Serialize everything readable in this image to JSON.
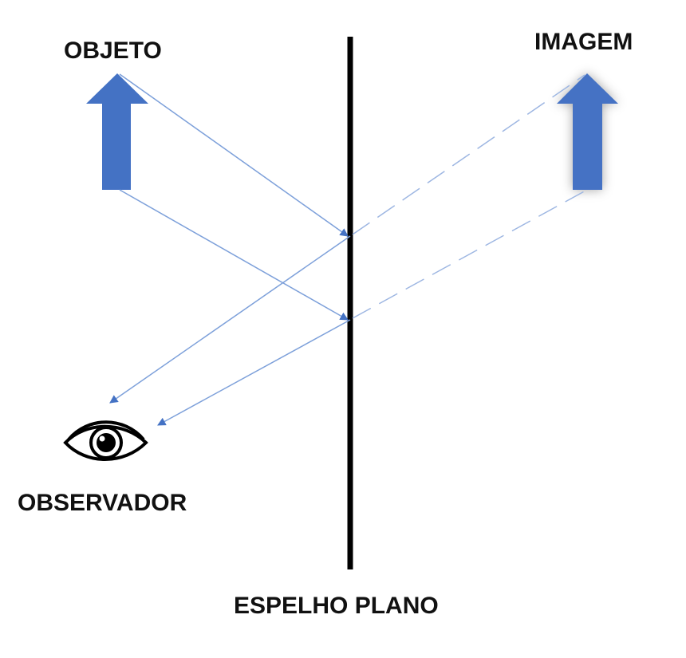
{
  "labels": {
    "object": "OBJETO",
    "image": "IMAGEM",
    "observer": "OBSERVADOR",
    "mirror": "ESPELHO PLANO"
  },
  "colors": {
    "arrow_fill": "#4472C4",
    "ray": "#7DA0DA",
    "mirror": "#000000",
    "text": "#111111"
  },
  "icons": {
    "observer": "eye-icon"
  }
}
